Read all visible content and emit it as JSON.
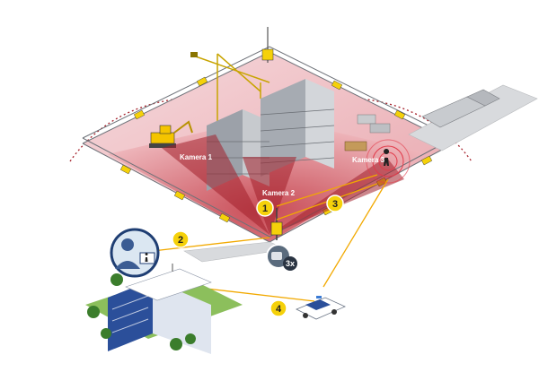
{
  "labels": {
    "camera1": "Kamera 1",
    "camera2": "Kamera 2",
    "camera3": "Kamera 3",
    "zoom": "3x"
  },
  "steps": [
    "1",
    "2",
    "3",
    "4"
  ],
  "colors": {
    "zone_red": "#b8323d",
    "zone_light": "#e9a8ae",
    "marker_yellow": "#f5d10a",
    "path_orange": "#f2a900",
    "building_blue": "#2b4f9a"
  }
}
